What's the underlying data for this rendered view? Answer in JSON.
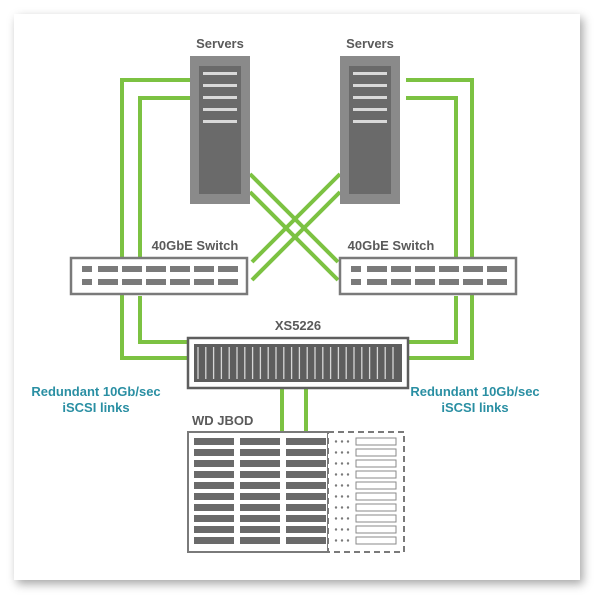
{
  "diagram": {
    "servers_left_label": "Servers",
    "servers_right_label": "Servers",
    "switch_left_label": "40GbE Switch",
    "switch_right_label": "40GbE Switch",
    "storage_label": "XS5226",
    "jbod_label": "WD JBOD",
    "links_left_line1": "Redundant 10Gb/sec",
    "links_left_line2": "iSCSI links",
    "links_right_line1": "Redundant 10Gb/sec",
    "links_right_line2": "iSCSI links"
  },
  "colors": {
    "link_green": "#7cc242",
    "device_gray": "#8a8a8a",
    "device_dark": "#5e5e5e",
    "label_teal": "#2a8fa3",
    "label_dark": "#5a5a5a"
  }
}
